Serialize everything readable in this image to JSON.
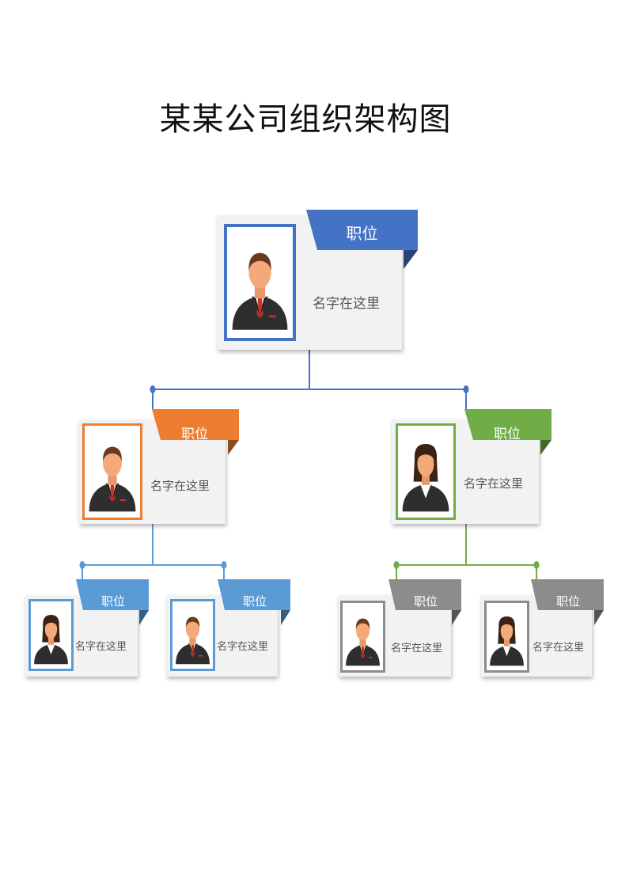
{
  "title": "某某公司组织架构图",
  "colors": {
    "blue": "#4472c4",
    "orange": "#ed7d31",
    "green": "#70ad47",
    "lightblue": "#5b9bd5",
    "gray": "#8c8c8c"
  },
  "nodes": {
    "ceo": {
      "role": "职位",
      "name": "名字在这里",
      "avatar": "male-avatar-icon"
    },
    "mgr_left": {
      "role": "职位",
      "name": "名字在这里",
      "avatar": "male-avatar-icon"
    },
    "mgr_right": {
      "role": "职位",
      "name": "名字在这里",
      "avatar": "female-avatar-icon"
    },
    "staff_1": {
      "role": "职位",
      "name": "名字在这里",
      "avatar": "female-avatar-icon"
    },
    "staff_2": {
      "role": "职位",
      "name": "名字在这里",
      "avatar": "male-avatar-icon"
    },
    "staff_3": {
      "role": "职位",
      "name": "名字在这里",
      "avatar": "male-avatar-icon"
    },
    "staff_4": {
      "role": "职位",
      "name": "名字在这里",
      "avatar": "female-avatar-icon"
    }
  }
}
